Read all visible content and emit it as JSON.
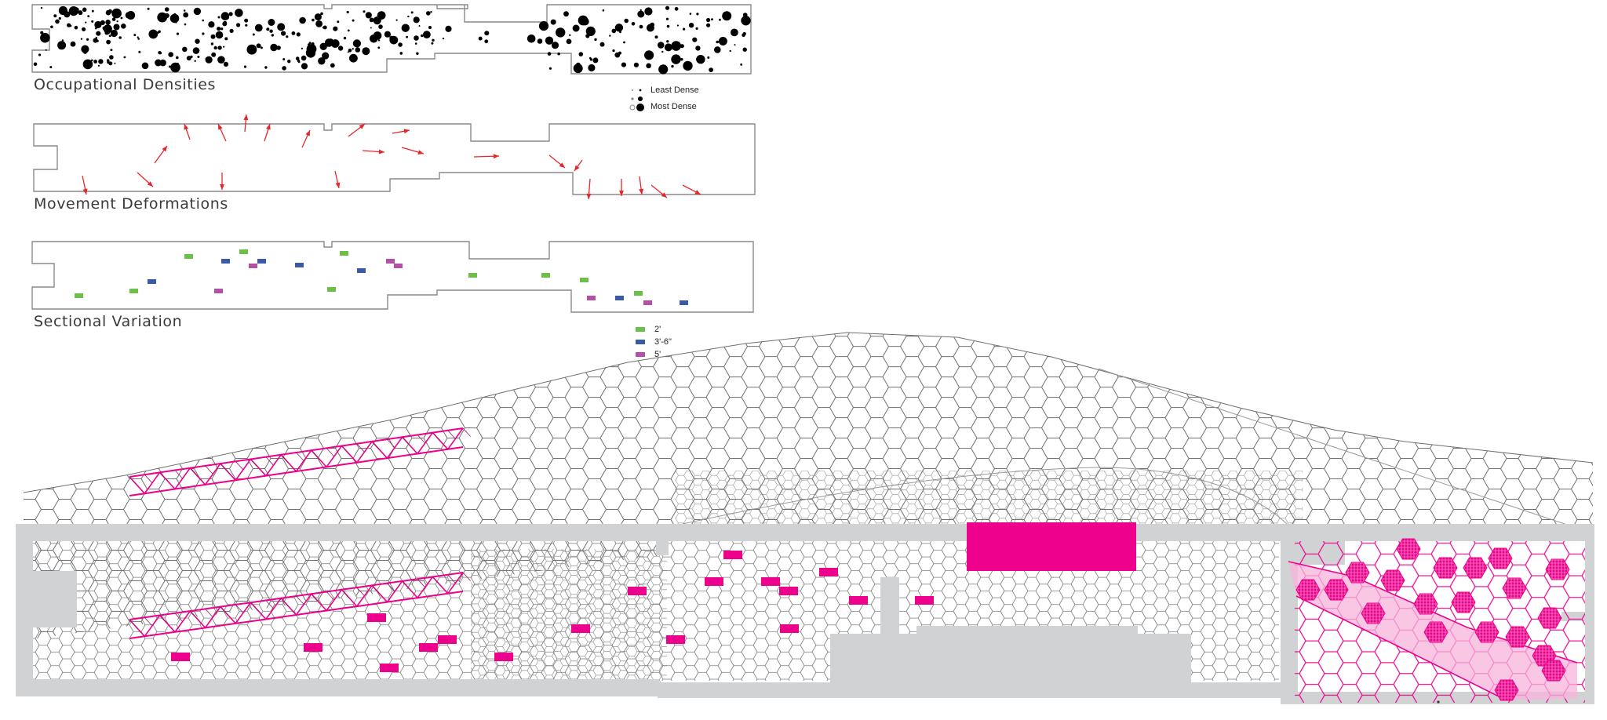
{
  "panels": {
    "occupational": {
      "caption": "Occupational Densities"
    },
    "movement": {
      "caption": "Movement Deformations"
    },
    "sectional": {
      "caption": "Sectional Variation"
    }
  },
  "legend_density": {
    "items": [
      {
        "label": "Least Dense",
        "icon": "small-dot-icon"
      },
      {
        "label": "",
        "icon": "medium-dot-icon"
      },
      {
        "label": "Most Dense",
        "icon": "large-dot-icon"
      }
    ]
  },
  "legend_section": {
    "items": [
      {
        "label": "2'",
        "color": "#6cc04a"
      },
      {
        "label": "3'-6\"",
        "color": "#3a5aa8"
      },
      {
        "label": "5'",
        "color": "#b34fa5"
      }
    ]
  },
  "colors": {
    "outline": "#8a8a8a",
    "arrow": "#e8262a",
    "magenta": "#ec008c",
    "magenta_light": "#f7b3da",
    "gray_wall": "#d1d2d3",
    "hex_line": "#6f6f6f"
  }
}
